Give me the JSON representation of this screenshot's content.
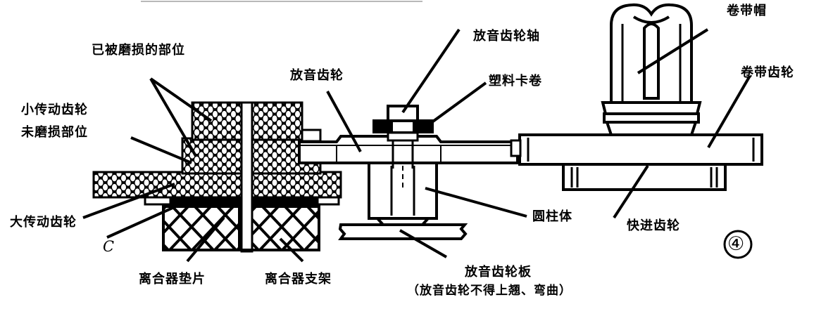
{
  "figure": {
    "number_glyph": "④",
    "kind": "exploded mechanical cross-section diagram"
  },
  "labels": {
    "worn_area": "已被磨损的部位",
    "small_drive_gear_line1": "小传动齿轮",
    "small_drive_gear_line2": "未磨损部位",
    "large_drive_gear": "大传动齿轮",
    "point_c": "C",
    "clutch_washer": "离合器垫片",
    "clutch_bracket": "离合器支架",
    "play_gear": "放音齿轮",
    "play_gear_shaft": "放音齿轮轴",
    "plastic_clip": "塑料卡卷",
    "cylinder_body": "圆柱体",
    "play_gear_plate": "放音齿轮板",
    "play_gear_plate_note": "（放音齿轮不得上翘、弯曲）",
    "tape_reel_cap": "卷带帽",
    "tape_reel_gear": "卷带齿轮",
    "fast_forward_gear": "快进齿轮"
  },
  "colors": {
    "ink": "#000000",
    "paper": "#ffffff"
  }
}
